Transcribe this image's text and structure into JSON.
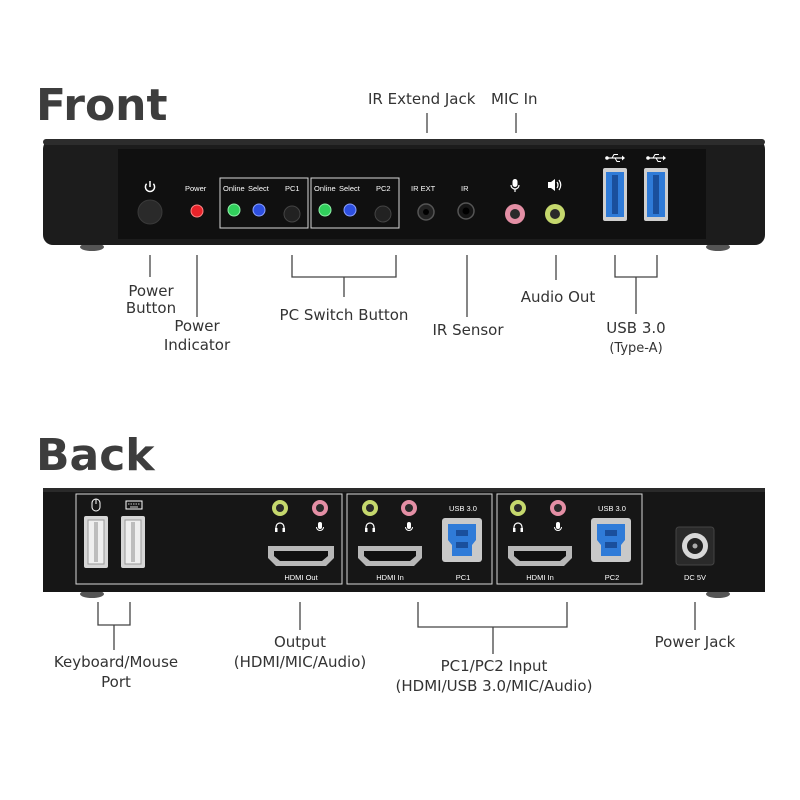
{
  "sections": {
    "front": "Front",
    "back": "Back"
  },
  "front_panel": {
    "power_label": "Power",
    "group1": {
      "online": "Online",
      "select": "Select",
      "pc": "PC1"
    },
    "group2": {
      "online": "Online",
      "select": "Select",
      "pc": "PC2"
    },
    "ir_ext": "IR EXT",
    "ir": "IR"
  },
  "back_panel": {
    "hdmi_out": "HDMI Out",
    "pc1": {
      "usb": "USB 3.0",
      "hdmi": "HDMI In",
      "pc": "PC1"
    },
    "pc2": {
      "usb": "USB 3.0",
      "hdmi": "HDMI In",
      "pc": "PC2"
    },
    "dc": "DC 5V"
  },
  "callouts": {
    "ir_extend_jack": "IR Extend Jack",
    "mic_in": "MIC In",
    "power_button": [
      "Power",
      "Button"
    ],
    "power_indicator": [
      "Power",
      "Indicator"
    ],
    "pc_switch_button": "PC Switch Button",
    "ir_sensor": "IR Sensor",
    "audio_out": "Audio Out",
    "usb30": [
      "USB 3.0",
      "(Type-A)"
    ],
    "keyboard_mouse_port": [
      "Keyboard/Mouse",
      "Port"
    ],
    "output": [
      "Output",
      "(HDMI/MIC/Audio)"
    ],
    "pc_input": [
      "PC1/PC2 Input",
      "(HDMI/USB 3.0/MIC/Audio)"
    ],
    "power_jack": "Power Jack"
  },
  "colors": {
    "chassis": "#1b1b1b",
    "panel": "#0f0f0f",
    "led_red": "#e8232a",
    "led_green": "#31d05c",
    "led_blue": "#2d4fe0",
    "jack_pink": "#e48fa5",
    "jack_green": "#c5d86d",
    "usb_blue": "#2f7bd8"
  },
  "icons": [
    "power-icon",
    "microphone-icon",
    "speaker-icon",
    "usb-icon",
    "headphone-icon",
    "mouse-icon",
    "keyboard-icon"
  ]
}
